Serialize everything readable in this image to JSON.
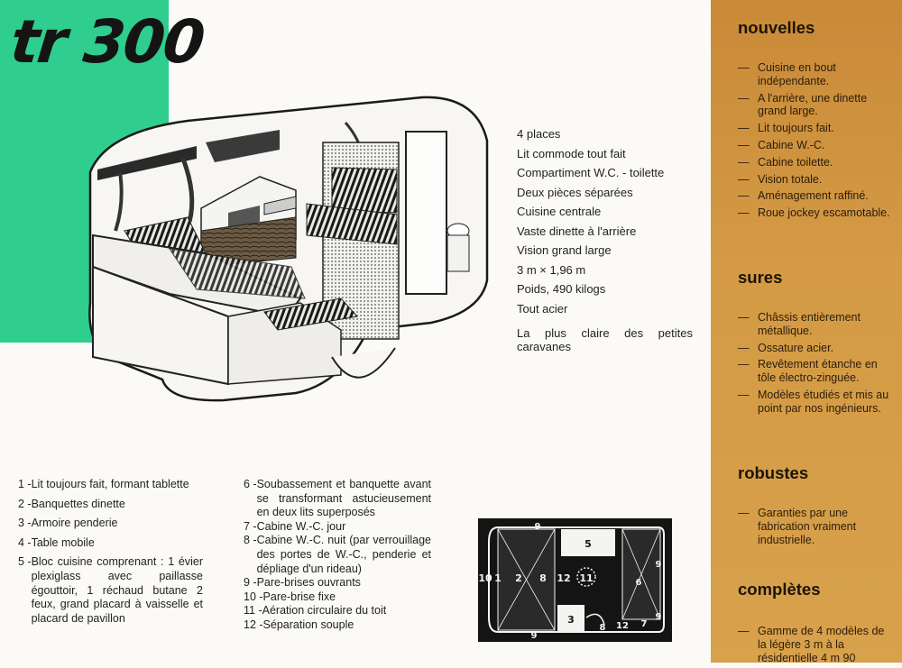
{
  "logo": {
    "text": "tr 300"
  },
  "specs": {
    "items": [
      "4 places",
      "Lit commode tout fait",
      "Compartiment W.C. - toilette",
      "Deux pièces séparées",
      "Cuisine centrale",
      "Vaste dinette à l'arrière",
      "Vision grand large",
      "3 m × 1,96 m",
      "Poids, 490 kilogs",
      "Tout acier"
    ],
    "tagline": "La plus claire des petites caravanes"
  },
  "legend_left": [
    {
      "num": "1 - ",
      "text": "Lit toujours fait, formant tablette"
    },
    {
      "num": "2 - ",
      "text": "Banquettes dinette"
    },
    {
      "num": "3 - ",
      "text": "Armoire penderie"
    },
    {
      "num": "4 - ",
      "text": "Table mobile"
    },
    {
      "num": "5 - ",
      "text": "Bloc cuisine comprenant : 1 évier plexiglass avec paillasse égouttoir, 1 réchaud butane 2 feux, grand placard à vaisselle et placard de pavillon"
    }
  ],
  "legend_right": [
    {
      "num": "6 - ",
      "text": "Soubassement et banquette avant se transformant astucieusement en deux lits superposés"
    },
    {
      "num": "7 - ",
      "text": "Cabine W.-C. jour"
    },
    {
      "num": "8 - ",
      "text": "Cabine W.-C. nuit (par verrouillage des portes de W.-C., penderie et dépliage d'un rideau)"
    },
    {
      "num": "9 - ",
      "text": "Pare-brises ouvrants"
    },
    {
      "num": "10 - ",
      "text": "Pare-brise fixe"
    },
    {
      "num": "11 - ",
      "text": "Aération circulaire du toit"
    },
    {
      "num": "12 - ",
      "text": "Séparation souple"
    }
  ],
  "plan": {
    "labels": [
      "10",
      "1",
      "2",
      "8",
      "12",
      "11",
      "5",
      "9",
      "6",
      "9",
      "3",
      "8",
      "12",
      "7",
      "9",
      "9"
    ]
  },
  "sidebar": {
    "sections": [
      {
        "title": "nouvelles",
        "items": [
          "Cuisine en bout indépendante.",
          "A l'arrière, une dinette grand large.",
          "Lit toujours fait.",
          "Cabine W.-C.",
          "Cabine toilette.",
          "Vision totale.",
          "Aménagement raffiné.",
          "Roue jockey escamotable."
        ]
      },
      {
        "title": "sures",
        "items": [
          "Châssis entièrement métallique.",
          "Ossature acier.",
          "Revêtement étanche en tôle électro-zinguée.",
          "Modèles étudiés et mis au point par nos ingénieurs."
        ]
      },
      {
        "title": "robustes",
        "items": [
          "Garanties par une fabrication vraiment industrielle."
        ]
      },
      {
        "title": "complètes",
        "items": [
          "Gamme de 4 modèles de la légère 3 m à la résidentielle 4 m 90"
        ]
      }
    ]
  }
}
